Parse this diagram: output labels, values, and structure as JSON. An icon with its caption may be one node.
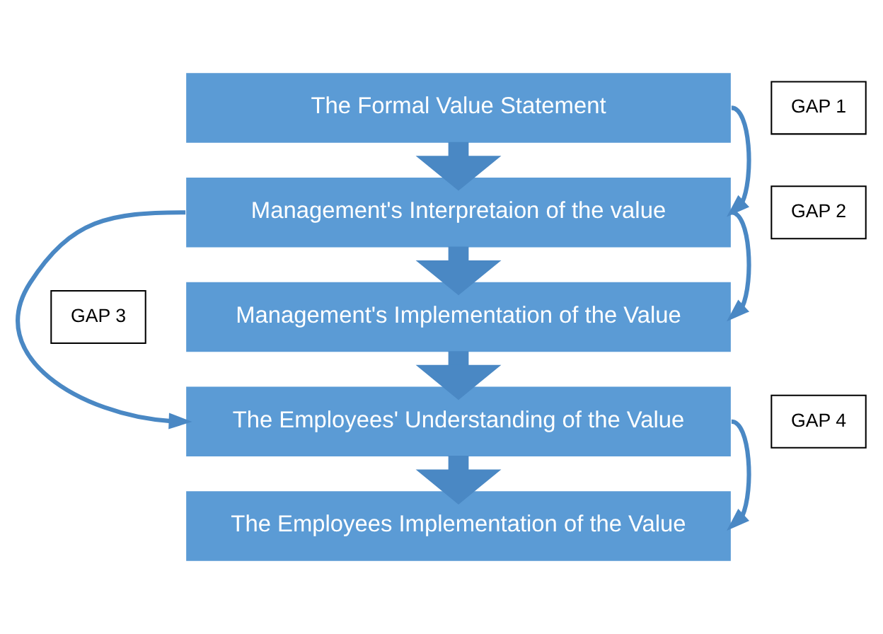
{
  "diagram": {
    "nodes": [
      {
        "text": [
          "The Formal Value Statement"
        ]
      },
      {
        "text": [
          "GAP 1"
        ]
      },
      {
        "text": [
          "Management's Interpretaion of the value"
        ]
      },
      {
        "text": [
          "GAP 2"
        ]
      },
      {
        "text": [
          "Management's Implementation of the Value"
        ]
      },
      {
        "text": [
          "GAP 3"
        ]
      },
      {
        "text": [
          "The Employees' Understanding of the Value"
        ]
      },
      {
        "text": [
          "GAP 4"
        ]
      },
      {
        "text": [
          "The Employees Implementation of the Value"
        ]
      }
    ],
    "edges": [
      {
        "from": 0,
        "to": 2,
        "arrow": "to",
        "style": "thick"
      },
      {
        "from": 0,
        "to": 2,
        "arrow": "to"
      },
      {
        "from": 2,
        "to": 4,
        "arrow": "to",
        "style": "thick"
      },
      {
        "from": 2,
        "to": 4,
        "arrow": "to"
      },
      {
        "from": 2,
        "to": 6,
        "arrow": "to"
      },
      {
        "from": 4,
        "to": 6,
        "arrow": "to",
        "style": "thick"
      },
      {
        "from": 6,
        "to": 8,
        "arrow": "to",
        "style": "thick"
      },
      {
        "from": 6,
        "to": 8,
        "arrow": "to"
      }
    ]
  }
}
